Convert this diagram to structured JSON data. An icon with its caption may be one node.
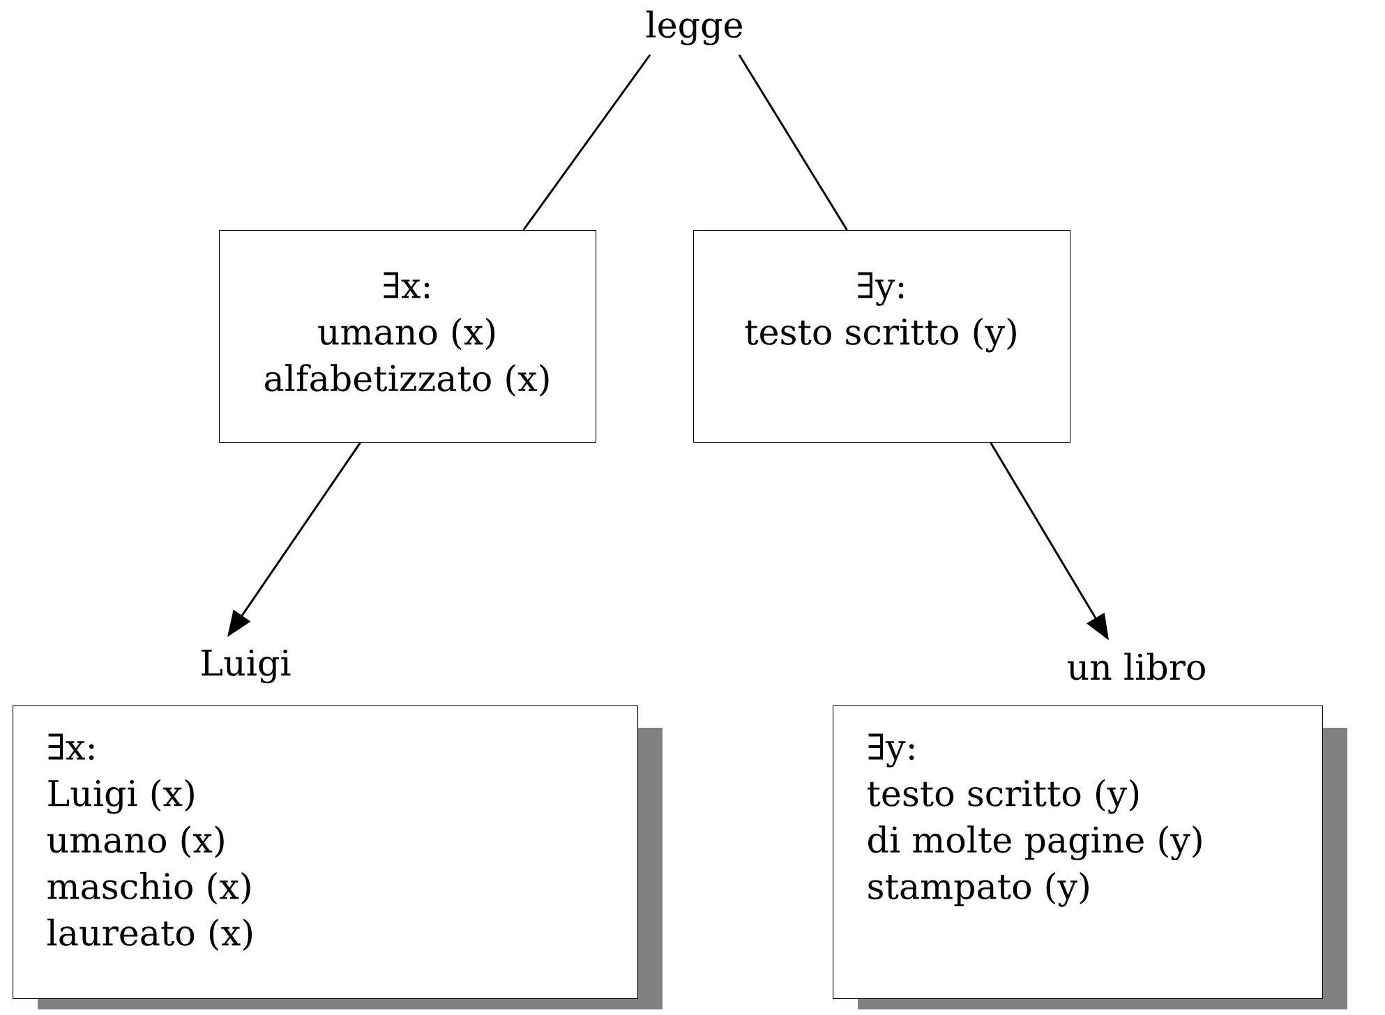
{
  "diagram": {
    "nodes": [
      {
        "text": [
          "legge"
        ]
      },
      {
        "text": [
          "∃x:",
          "umano (x)",
          "alfabetizzato (x)"
        ]
      },
      {
        "text": [
          "∃y:",
          "testo scritto (y)"
        ]
      },
      {
        "text": [
          "Luigi",
          "∃x:",
          "Luigi (x)",
          "umano (x)",
          "maschio (x)",
          "laureato (x)"
        ]
      },
      {
        "text": [
          "un libro",
          "∃y:",
          "testo scritto (y)",
          "di molte pagine (y)",
          "stampato (y)"
        ]
      }
    ],
    "edges": [
      {
        "from": 0,
        "to": 1,
        "arrow": "none"
      },
      {
        "from": 0,
        "to": 2,
        "arrow": "none"
      },
      {
        "from": 1,
        "to": 3,
        "arrow": "to"
      },
      {
        "from": 2,
        "to": 4,
        "arrow": "to"
      }
    ]
  }
}
